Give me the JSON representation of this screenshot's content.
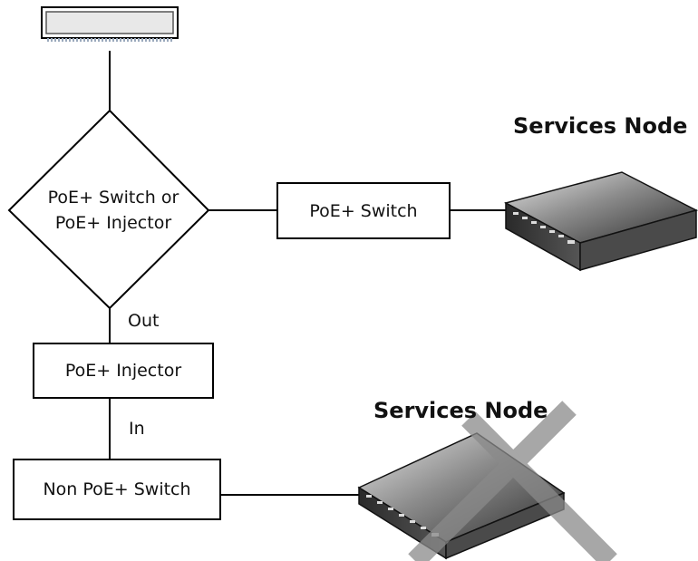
{
  "diagram": {
    "decision_line1": "PoE+ Switch or",
    "decision_line2": "PoE+ Injector",
    "poe_switch_label": "PoE+ Switch",
    "out_label": "Out",
    "poe_injector_label": "PoE+ Injector",
    "in_label": "In",
    "non_poe_switch_label": "Non PoE+ Switch",
    "services_node_top": "Services Node",
    "services_node_bottom": "Services Node"
  },
  "colors": {
    "line": "#000000",
    "cross_out": "#8a8a8a",
    "device_dark": "#3a3a3a",
    "device_light": "#d9d9d9"
  }
}
